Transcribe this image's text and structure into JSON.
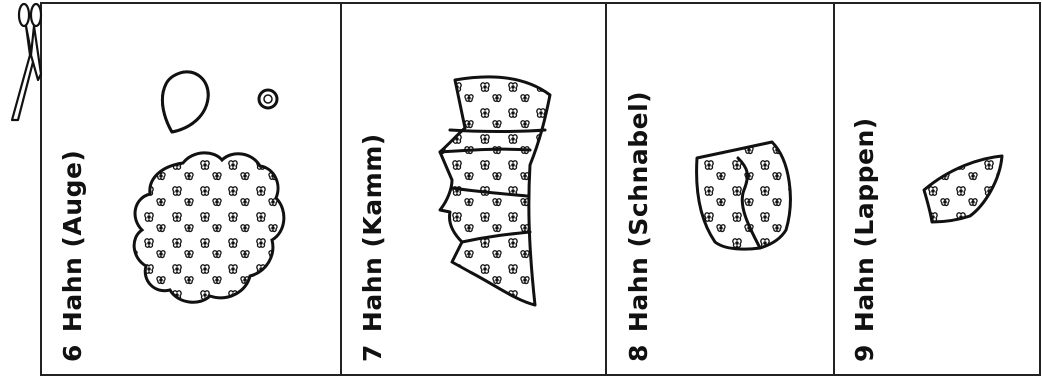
{
  "panels": [
    {
      "number": "6",
      "title": "Hahn (Auge)"
    },
    {
      "number": "7",
      "title": "Hahn (Kamm)"
    },
    {
      "number": "8",
      "title": "Hahn (Schnabel)"
    },
    {
      "number": "9",
      "title": "Hahn (Lappen)"
    }
  ],
  "colors": {
    "line": "#111111",
    "background": "#ffffff"
  },
  "icons": {
    "cut_marker": "scissors-icon",
    "fabric_pattern": "flower-print-pattern"
  }
}
